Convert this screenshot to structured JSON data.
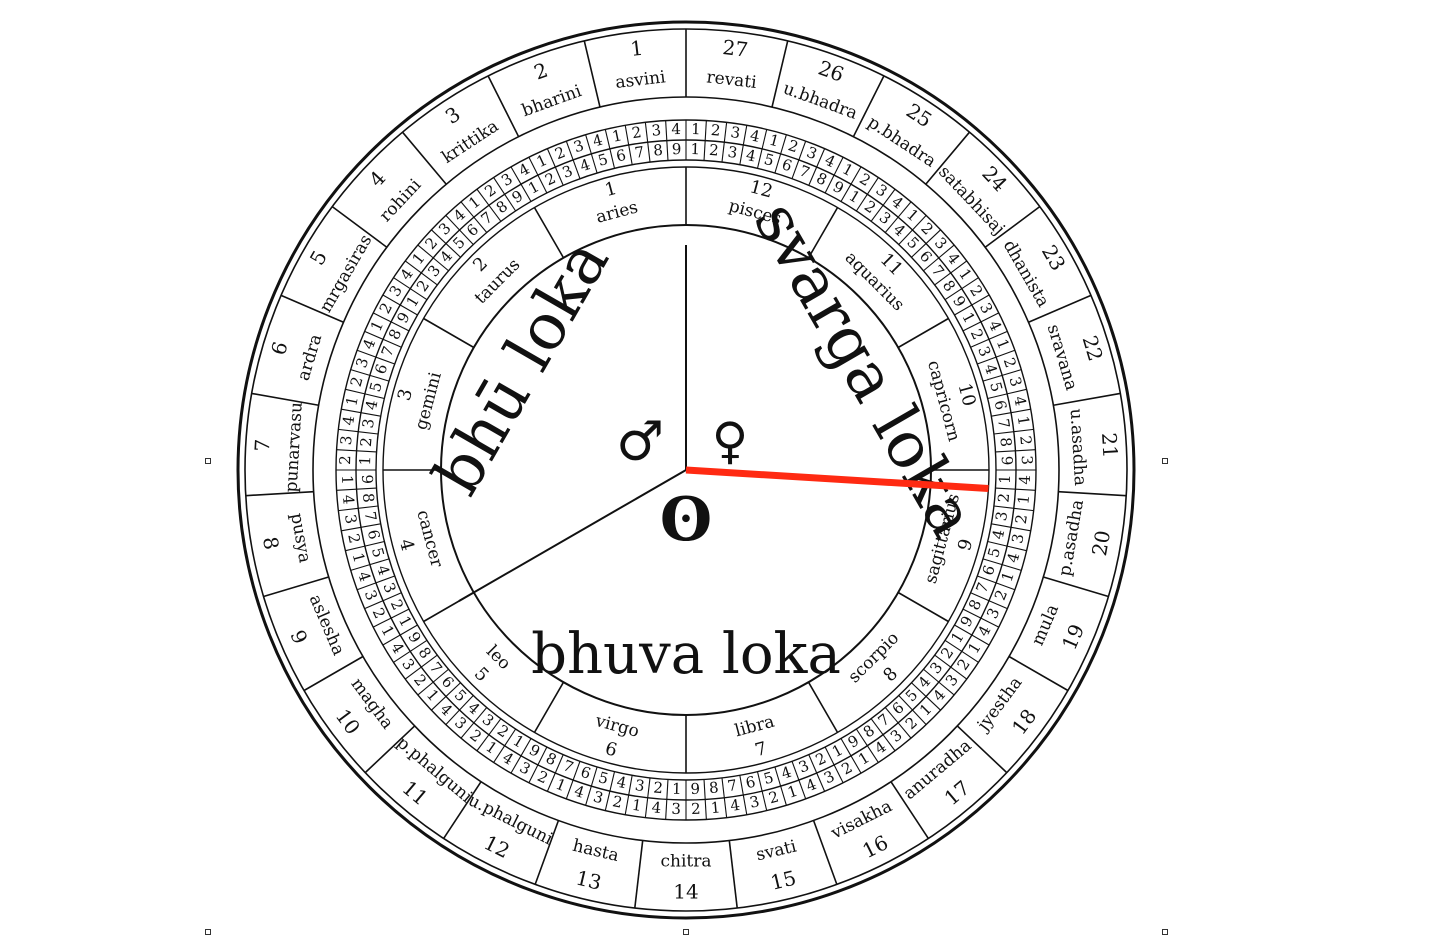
{
  "colors": {
    "ink": "#111111",
    "pointer": "#ff2a12",
    "background": "#ffffff"
  },
  "nakshatras": [
    {
      "num": "1",
      "name": "asvini"
    },
    {
      "num": "2",
      "name": "bharini"
    },
    {
      "num": "3",
      "name": "krittika"
    },
    {
      "num": "4",
      "name": "rohini"
    },
    {
      "num": "5",
      "name": "mrgasiras"
    },
    {
      "num": "6",
      "name": "ardra"
    },
    {
      "num": "7",
      "name": "punarvasu"
    },
    {
      "num": "8",
      "name": "pusya"
    },
    {
      "num": "9",
      "name": "aslesha"
    },
    {
      "num": "10",
      "name": "magha"
    },
    {
      "num": "11",
      "name": "p.phalguni"
    },
    {
      "num": "12",
      "name": "u.phalguni"
    },
    {
      "num": "13",
      "name": "hasta"
    },
    {
      "num": "14",
      "name": "chitra"
    },
    {
      "num": "15",
      "name": "svati"
    },
    {
      "num": "16",
      "name": "visakha"
    },
    {
      "num": "17",
      "name": "anuradha"
    },
    {
      "num": "18",
      "name": "jyestha"
    },
    {
      "num": "19",
      "name": "mula"
    },
    {
      "num": "20",
      "name": "p.asadha"
    },
    {
      "num": "21",
      "name": "u.asadha"
    },
    {
      "num": "22",
      "name": "sravana"
    },
    {
      "num": "23",
      "name": "dhanista"
    },
    {
      "num": "24",
      "name": "satabhisaj"
    },
    {
      "num": "25",
      "name": "p.bhadra"
    },
    {
      "num": "26",
      "name": "u.bhadra"
    },
    {
      "num": "27",
      "name": "revati"
    }
  ],
  "pada_digits": [
    "1",
    "2",
    "3",
    "4"
  ],
  "navamsa_digits": [
    "1",
    "2",
    "3",
    "4",
    "5",
    "6",
    "7",
    "8",
    "9"
  ],
  "signs": [
    {
      "num": "1",
      "name": "aries"
    },
    {
      "num": "2",
      "name": "taurus"
    },
    {
      "num": "3",
      "name": "gemini"
    },
    {
      "num": "4",
      "name": "cancer"
    },
    {
      "num": "5",
      "name": "leo"
    },
    {
      "num": "6",
      "name": "virgo"
    },
    {
      "num": "7",
      "name": "libra"
    },
    {
      "num": "8",
      "name": "scorpio"
    },
    {
      "num": "9",
      "name": "sagittarius"
    },
    {
      "num": "10",
      "name": "capricorn"
    },
    {
      "num": "11",
      "name": "aquarius"
    },
    {
      "num": "12",
      "name": "pisces"
    }
  ],
  "lokas": {
    "bhu": "bhū loka",
    "svarga": "svarga loka",
    "bhuva": "bhuva loka"
  },
  "symbols": {
    "mars": "♂",
    "venus": "♀",
    "sun": "ʘ"
  },
  "pointer": {
    "sign": "sagittarius",
    "degree_in_sign": 26.5
  }
}
